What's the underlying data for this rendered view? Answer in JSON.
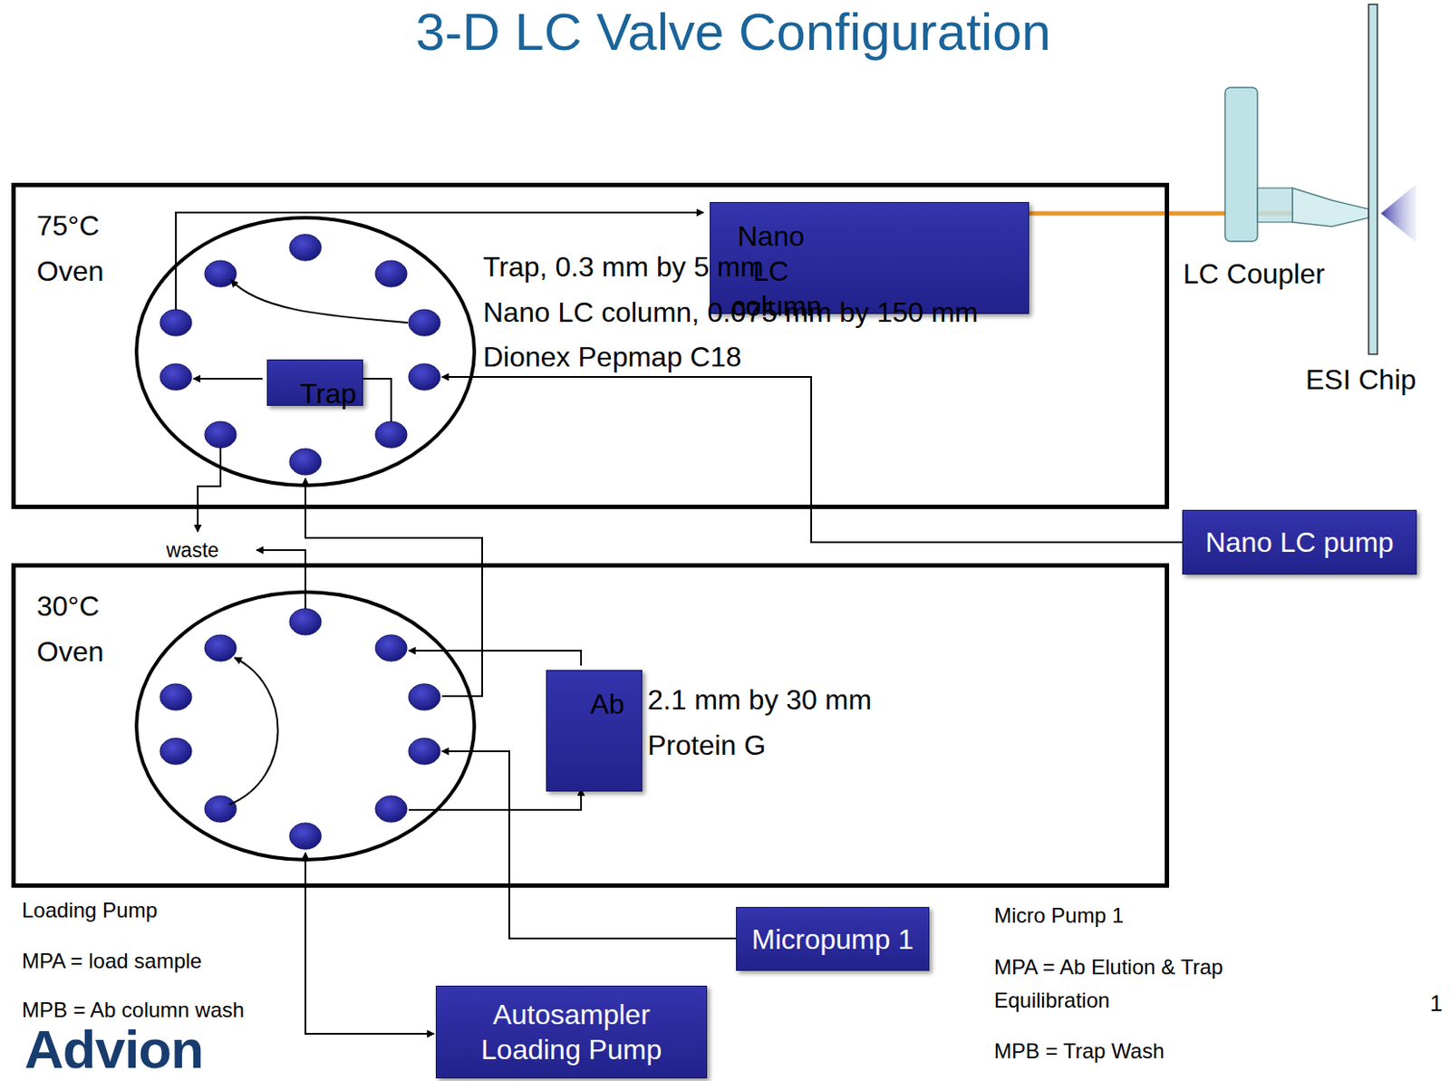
{
  "diagram": {
    "title": "3-D LC Valve Configuration",
    "nodes": [
      {
        "text": [
          "75°C Oven"
        ]
      },
      {
        "text": [
          "Nano LC column"
        ],
        "in": 0
      },
      {
        "text": [
          "Trap"
        ],
        "in": 0
      },
      {
        "text": [
          "Nano LC pump"
        ]
      },
      {
        "text": [
          "30°C Oven"
        ]
      },
      {
        "text": [
          "Ab"
        ],
        "in": 4
      },
      {
        "text": [
          "Micropump 1"
        ]
      },
      {
        "text": [
          "Autosampler Loading Pump"
        ]
      }
    ],
    "labels": [
      "Trap, 0.3 mm by 5 mm",
      "Nano LC column, 0.075 mm by 150 mm",
      "Dionex Pepmap C18",
      "LC Coupler",
      "ESI Chip",
      "waste",
      "2.1 mm by 30 mm Protein G",
      "Loading Pump",
      "MPA = load sample",
      "MPB = Ab column wash",
      "Micro Pump 1",
      "MPA = Ab Elution & Trap Equilibration",
      "MPB = Trap Wash",
      "Advion",
      "1"
    ]
  }
}
